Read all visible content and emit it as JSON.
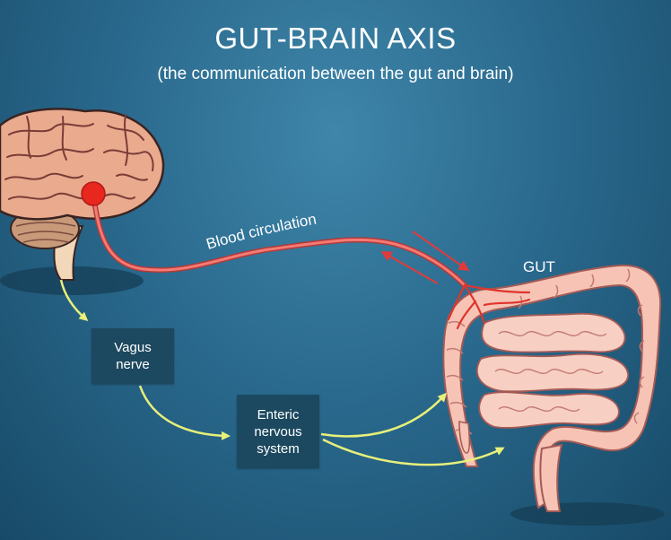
{
  "title": "GUT-BRAIN AXIS",
  "subtitle": "(the communication between the gut and brain)",
  "labels": {
    "blood_circulation": "Blood circulation",
    "gut": "GUT"
  },
  "boxes": {
    "vagus_nerve": "Vagus\nnerve",
    "enteric_nervous_system": "Enteric\nnervous\nsystem"
  },
  "colors": {
    "background": "#2a6a8e",
    "box": "#1c4960",
    "blood_vessel": "#f05a5a",
    "nerve_arrow": "#e8f07a",
    "brain": "#e9aa8e",
    "gut": "#f6c3b5"
  }
}
